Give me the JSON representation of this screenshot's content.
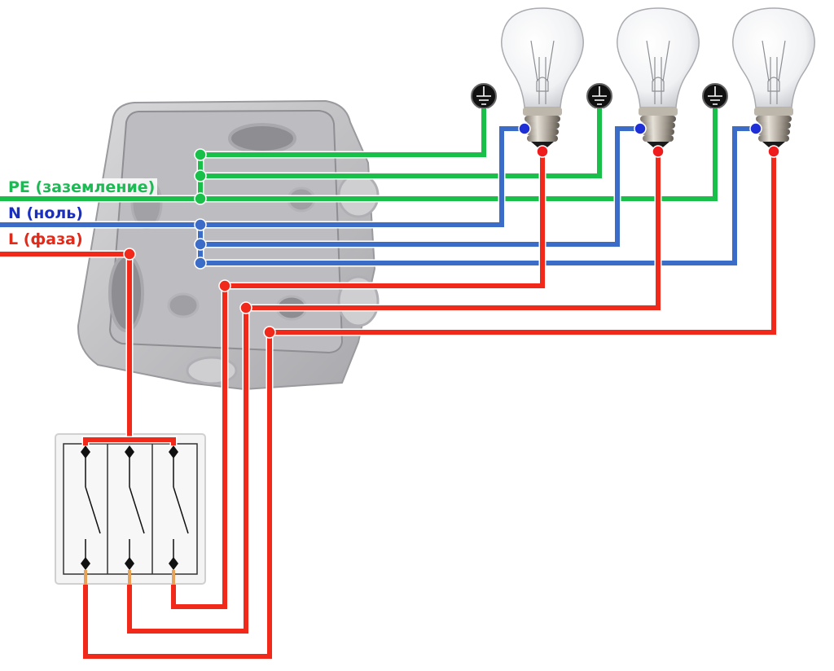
{
  "legend": {
    "pe": {
      "label": "PE (заземление)",
      "color": "#1db954"
    },
    "n": {
      "label": "N (ноль)",
      "color": "#1a2fc0"
    },
    "l": {
      "label": "L (фаза)",
      "color": "#e02a1a"
    }
  },
  "colors": {
    "pe_wire": "#18c04a",
    "n_wire": "#3a6cc8",
    "l_wire": "#f0291a",
    "box": "#c9c9cb",
    "switch_frame": "#f2f2f2",
    "ground_symbol": "#111111"
  },
  "components": {
    "junction_box": {
      "name": "junction-box"
    },
    "lamps": [
      {
        "name": "lamp-1"
      },
      {
        "name": "lamp-2"
      },
      {
        "name": "lamp-3"
      }
    ],
    "switch": {
      "name": "three-gang-switch",
      "gangs": 3
    },
    "ground_symbols": 3
  }
}
